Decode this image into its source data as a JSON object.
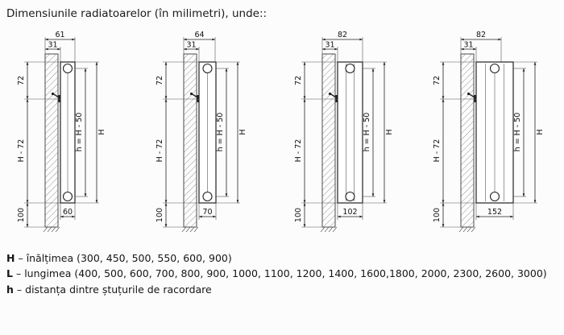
{
  "title": "Dimensiunile radiatoarelor (în milimetri), unde::",
  "diagrams": [
    {
      "top_width": "61",
      "wall_offset": "31",
      "top_height": "72",
      "mid_height": "H - 72",
      "bottom_height": "100",
      "port_distance": "h = H - 50",
      "total_height": "H",
      "depth": "60"
    },
    {
      "top_width": "64",
      "wall_offset": "31",
      "top_height": "72",
      "mid_height": "H - 72",
      "bottom_height": "100",
      "port_distance": "h = H - 50",
      "total_height": "H",
      "depth": "70"
    },
    {
      "top_width": "82",
      "wall_offset": "31",
      "top_height": "72",
      "mid_height": "H - 72",
      "bottom_height": "100",
      "port_distance": "h = H - 50",
      "total_height": "H",
      "depth": "102"
    },
    {
      "top_width": "82",
      "wall_offset": "31",
      "top_height": "72",
      "mid_height": "H - 72",
      "bottom_height": "100",
      "port_distance": "h = H - 50",
      "total_height": "H",
      "depth": "152"
    }
  ],
  "legend": [
    {
      "symbol": "H",
      "text": "– înălțimea (300, 450, 500, 550, 600, 900)"
    },
    {
      "symbol": "L",
      "text": "– lungimea (400, 500, 600, 700, 800, 900, 1000, 1100, 1200, 1400, 1600,1800, 2000, 2300, 2600, 3000)"
    },
    {
      "symbol": "h",
      "text": "– distanța dintre ștuțurile de racordare"
    }
  ]
}
